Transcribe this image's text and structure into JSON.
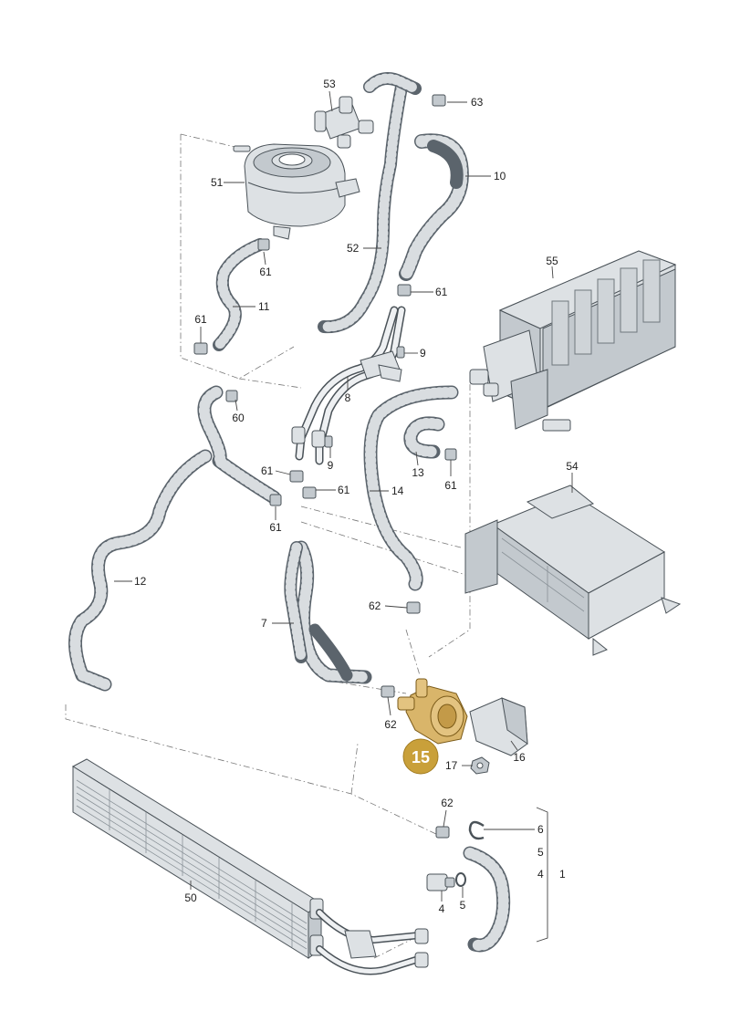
{
  "highlight": {
    "part_number": "15",
    "badge_color": "#c9a03a",
    "part_color": "#d9b56a"
  },
  "colors": {
    "hose": "#5b646c",
    "component": "#dde1e4",
    "leader": "#444444"
  },
  "labels": {
    "l53": "53",
    "l63": "63",
    "l10": "10",
    "l51": "51",
    "l52": "52",
    "l61a": "61",
    "l11": "11",
    "l61b": "61",
    "l55": "55",
    "l61c": "61",
    "l9a": "9",
    "l8": "8",
    "l60": "60",
    "l9b": "9",
    "l13": "13",
    "l61d": "61",
    "l54": "54",
    "l61e": "61",
    "l61f": "61",
    "l14": "14",
    "l61g": "61",
    "l12": "12",
    "l62a": "62",
    "l7": "7",
    "l62b": "62",
    "l16": "16",
    "l17": "17",
    "l62c": "62",
    "l6": "6",
    "l5a": "5",
    "l4a": "4",
    "l1": "1",
    "l50": "50",
    "l4b": "4",
    "l5b": "5"
  }
}
